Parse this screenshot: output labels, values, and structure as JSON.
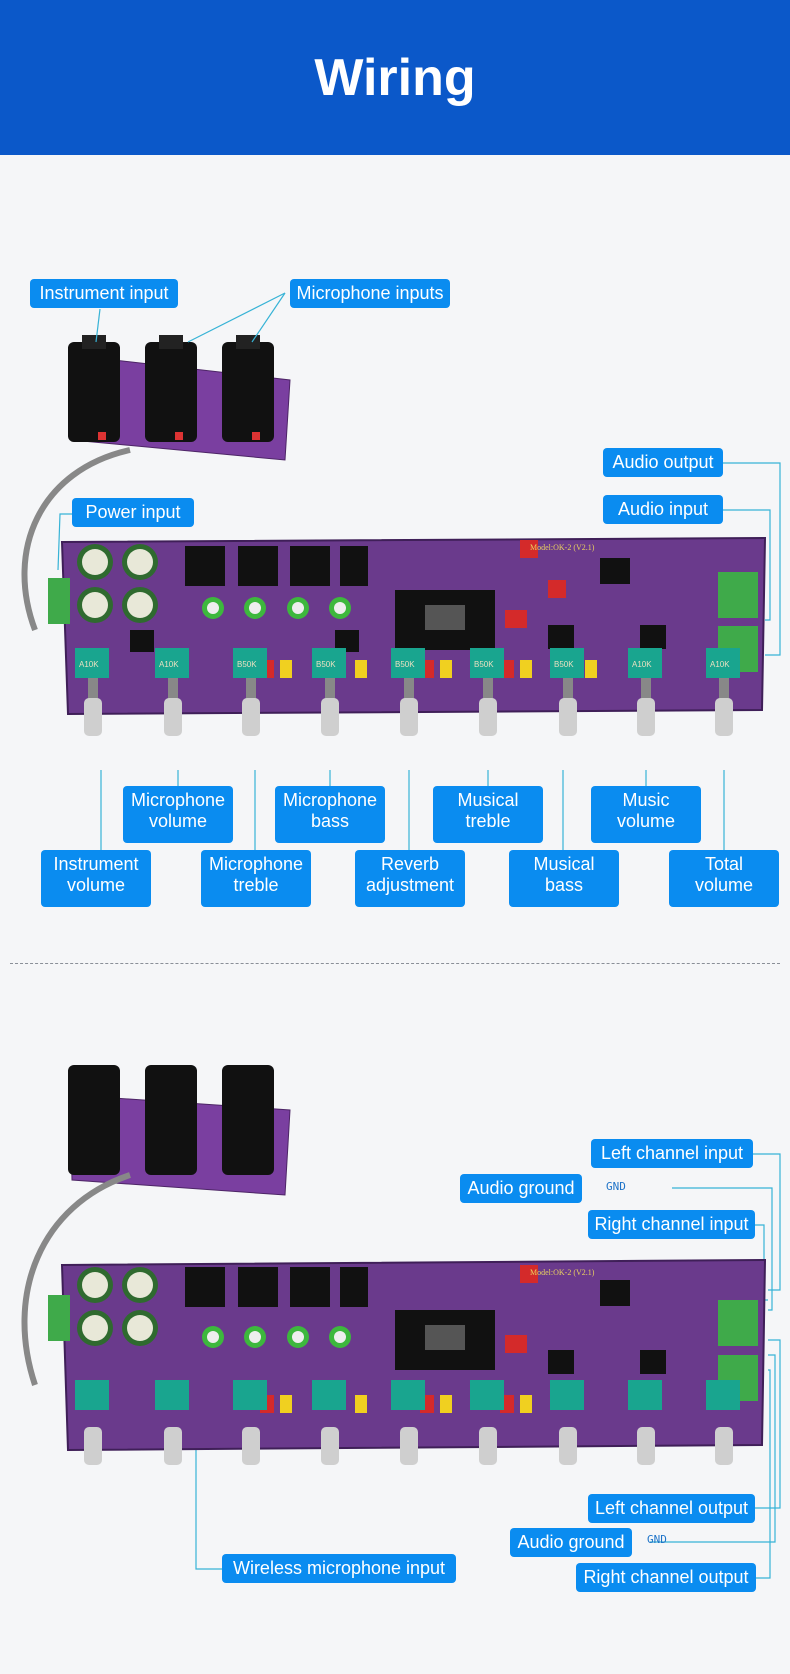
{
  "header": {
    "title": "Wiring"
  },
  "diagram1": {
    "labels": {
      "instrument_input": "Instrument input",
      "microphone_inputs": "Microphone inputs",
      "power_input": "Power input",
      "audio_output": "Audio output",
      "audio_input": "Audio input",
      "microphone_volume": [
        "Microphone",
        "volume"
      ],
      "microphone_bass": [
        "Microphone",
        "bass"
      ],
      "musical_treble": [
        "Musical",
        "treble"
      ],
      "music_volume": [
        "Music",
        "volume"
      ],
      "instrument_volume": [
        "Instrument",
        "volume"
      ],
      "microphone_treble": [
        "Microphone",
        "treble"
      ],
      "reverb_adjustment": [
        "Reverb",
        "adjustment"
      ],
      "musical_bass": [
        "Musical",
        "bass"
      ],
      "total_volume": [
        "Total",
        "volume"
      ]
    }
  },
  "diagram2": {
    "labels": {
      "left_channel_input": "Left channel input",
      "audio_ground_top": "Audio ground",
      "gnd_top": "GND",
      "right_channel_input": "Right channel input",
      "left_channel_output": "Left channel output",
      "audio_ground_bottom": "Audio ground",
      "gnd_bottom": "GND",
      "right_channel_output": "Right channel output",
      "wireless_microphone_input": "Wireless microphone input"
    }
  },
  "board": {
    "pot_labels": [
      "A10K",
      "A10K",
      "B50K",
      "B50K",
      "B50K",
      "B50K",
      "B50K",
      "A10K",
      "A10K"
    ],
    "model_text": "Model:OK-2 (V2.1)"
  },
  "colors": {
    "header": "#0b58c9",
    "label": "#0a8cf0",
    "pcb": "#6a3a8c",
    "terminal": "#3faa4a",
    "pot": "#19a58f"
  }
}
